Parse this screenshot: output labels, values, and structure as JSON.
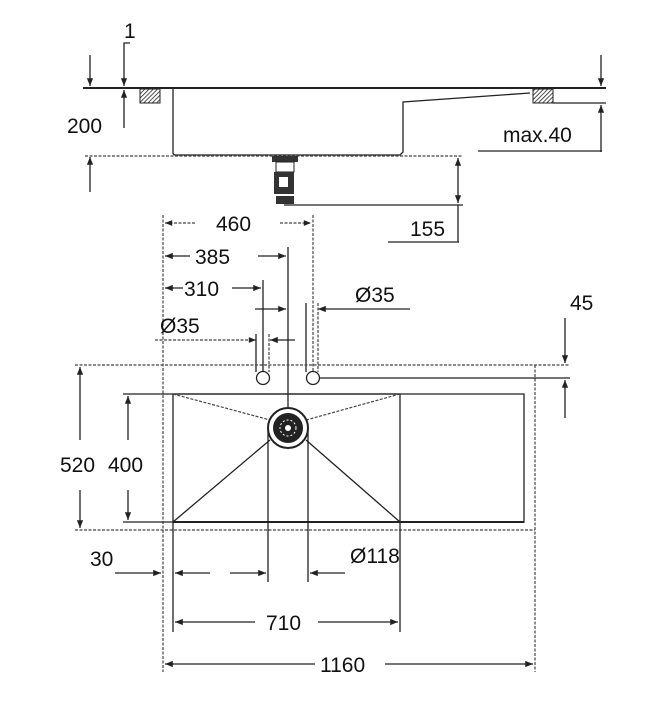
{
  "side_view": {
    "dim_1": "1",
    "dim_200": "200",
    "dim_max40": "max.40",
    "dim_155": "155"
  },
  "top_view": {
    "dim_460": "460",
    "dim_385": "385",
    "dim_310": "310",
    "dim_dia35_right": "Ø35",
    "dim_dia35_left": "Ø35",
    "dim_45": "45",
    "dim_520": "520",
    "dim_400": "400",
    "dim_30": "30",
    "dim_dia118": "Ø118",
    "dim_710": "710",
    "dim_1160": "1160"
  }
}
